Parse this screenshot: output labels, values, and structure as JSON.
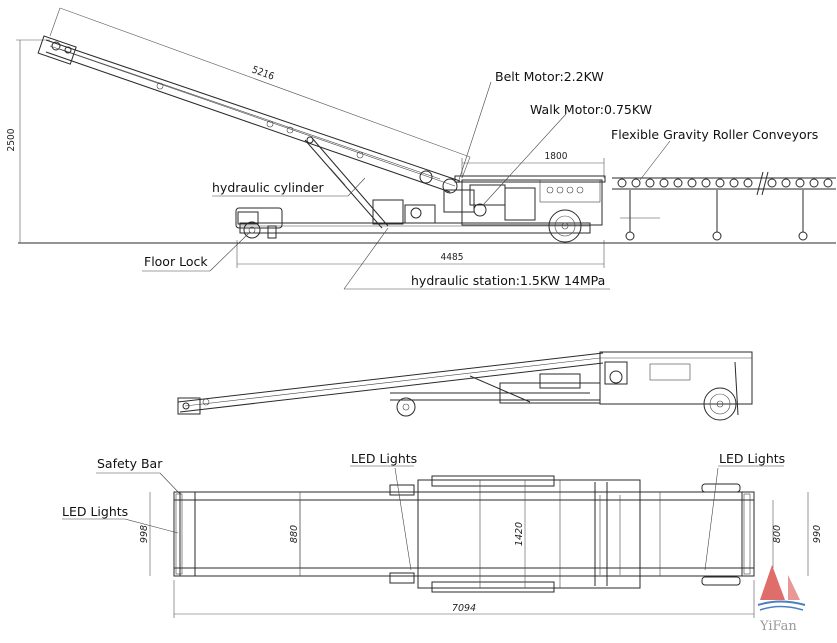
{
  "side_view": {
    "dimensions": {
      "boom_length": "5216",
      "height": "2500",
      "base_length": "4485",
      "rear_length": "1800"
    },
    "callouts": {
      "belt_motor": "Belt Motor:2.2KW",
      "walk_motor": "Walk Motor:0.75KW",
      "roller_conveyors": "Flexible Gravity Roller Conveyors",
      "hydraulic_cylinder": "hydraulic cylinder",
      "floor_lock": "Floor Lock",
      "hydraulic_station": "hydraulic station:1.5KW 14MPa"
    }
  },
  "top_view": {
    "callouts": {
      "safety_bar": "Safety Bar",
      "led_lights_left": "LED Lights",
      "led_lights_center": "LED Lights",
      "led_lights_right": "LED Lights"
    },
    "dimensions": {
      "outer_width_left": "998",
      "belt_width_left": "880",
      "frame_width_center": "1420",
      "belt_width_right": "800",
      "outer_width_right": "990",
      "total_length": "7094"
    }
  },
  "brand": {
    "name": "YiFan",
    "colors": {
      "red": "#d9534f",
      "blue": "#4a7fc0"
    }
  }
}
